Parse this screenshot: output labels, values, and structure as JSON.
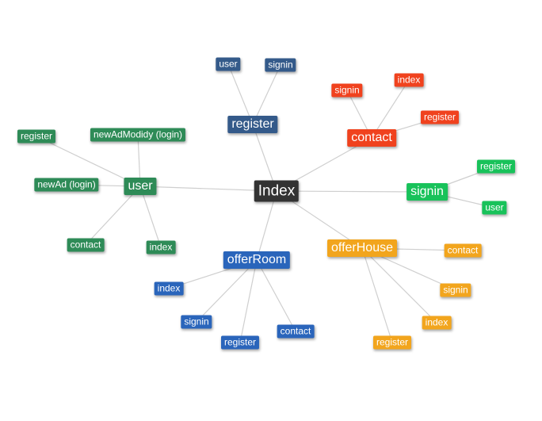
{
  "colors": {
    "index": "#333333",
    "register": "#345a8a",
    "contact": "#f0421e",
    "signin": "#18c25a",
    "user": "#2e8b57",
    "offerRoom": "#2a65bb",
    "offerHouse": "#f2a51d"
  },
  "nodes": {
    "index": "Index",
    "register": "register",
    "register_user": "user",
    "register_signin": "signin",
    "contact": "contact",
    "contact_signin": "signin",
    "contact_index": "index",
    "contact_register": "register",
    "signin": "signin",
    "signin_register": "register",
    "signin_user": "user",
    "user": "user",
    "user_register": "register",
    "user_newAdModify": "newAdModidy (login)",
    "user_newAd": "newAd (login)",
    "user_contact": "contact",
    "user_index": "index",
    "offerRoom": "offerRoom",
    "offerRoom_index": "index",
    "offerRoom_signin": "signin",
    "offerRoom_register": "register",
    "offerRoom_contact": "contact",
    "offerHouse": "offerHouse",
    "offerHouse_contact": "contact",
    "offerHouse_signin": "signin",
    "offerHouse_index": "index",
    "offerHouse_register": "register"
  }
}
